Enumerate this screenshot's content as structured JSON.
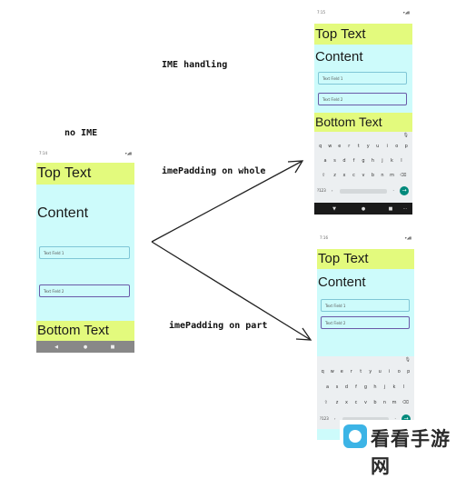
{
  "labels": {
    "ime_handling": "IME handling",
    "no_ime": "no IME",
    "ime_padding_whole": "imePadding on whole",
    "ime_padding_part": "imePadding on part"
  },
  "phones": {
    "no_ime": {
      "time": "7:14",
      "signal": "▾◢▮",
      "top_text": "Top Text",
      "content": "Content",
      "field1": "Text Field 1",
      "field2": "Text Field 2",
      "bottom_text": "Bottom Text",
      "nav": [
        "◀",
        "●",
        "■"
      ]
    },
    "whole": {
      "time": "7:15",
      "signal": "▾◢▮",
      "top_text": "Top Text",
      "content": "Content",
      "field1": "Text Field 1",
      "field2": "Text Field 2",
      "bottom_text": "Bottom Text",
      "nav": [
        "▼",
        "●",
        "■",
        "⋯"
      ]
    },
    "part": {
      "time": "7:16",
      "signal": "▾◢▮",
      "top_text": "Top Text",
      "content": "Content",
      "field1": "Text Field 1",
      "field2": "Text Field 2"
    }
  },
  "keyboard": {
    "row1": [
      "q",
      "w",
      "e",
      "r",
      "t",
      "y",
      "u",
      "i",
      "o",
      "p"
    ],
    "row2": [
      "a",
      "s",
      "d",
      "f",
      "g",
      "h",
      "j",
      "k",
      "l"
    ],
    "row3": [
      "z",
      "x",
      "c",
      "v",
      "b",
      "n",
      "m"
    ],
    "shift": "⇧",
    "backspace": "⌫",
    "numkey": "?123",
    "comma": ",",
    "period": ".",
    "enter": "→",
    "mic": "🎙"
  },
  "watermark": {
    "text": "看看手游网"
  }
}
